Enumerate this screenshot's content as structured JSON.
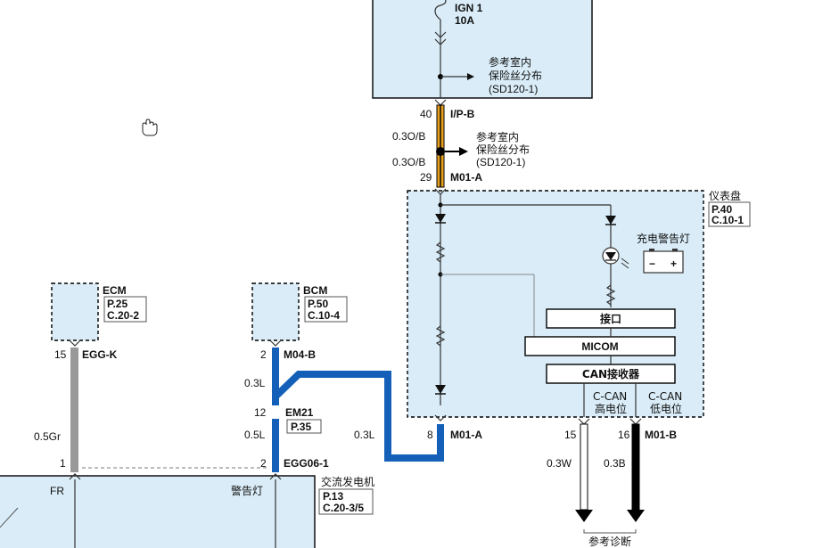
{
  "fuse": {
    "name": "IGN 1",
    "rating": "10A"
  },
  "fuse_ref": {
    "line1": "参考室内",
    "line2": "保险丝分布",
    "line3": "(SD120-1)"
  },
  "splice_ref": {
    "line1": "参考室内",
    "line2": "保险丝分布",
    "line3": "(SD120-1)"
  },
  "connectors": {
    "ipb": {
      "pin": "40",
      "name": "I/P-B"
    },
    "m01a_top": {
      "pin": "29",
      "name": "M01-A"
    },
    "m01a_bottom": {
      "pin": "8",
      "name": "M01-A"
    },
    "m01b": {
      "pin_high": "15",
      "pin_low": "16",
      "name": "M01-B"
    },
    "m04b": {
      "pin": "2",
      "name": "M04-B"
    },
    "em21": {
      "pin": "12",
      "name": "EM21",
      "ref": "P.35"
    },
    "egg_k": {
      "pin": "15",
      "name": "EGG-K"
    },
    "egg06": {
      "pin_fr": "1",
      "pin_lamp": "2",
      "name": "EGG06-1"
    }
  },
  "wires": {
    "orange_upper": "0.3O/B",
    "orange_lower": "0.3O/B",
    "bcm_wire": "0.3L",
    "em21_wire": "0.5L",
    "cluster_wire": "0.3L",
    "ecm_wire": "0.5Gr",
    "can_high": "0.3W",
    "can_low": "0.3B",
    "colors": {
      "orange": "#e8a020",
      "blue": "#1460b8",
      "gray": "#999999",
      "black": "#000000",
      "white": "#ffffff"
    }
  },
  "cluster": {
    "title": "仪表盘",
    "ref1": "P.40",
    "ref2": "C.10-1",
    "charge_lamp": "充电警告灯",
    "battery_minus": "−",
    "battery_plus": "+",
    "interface": "接口",
    "micom": "MICOM",
    "can_receiver": "CAN接收器",
    "can_high_l1": "C-CAN",
    "can_high_l2": "高电位",
    "can_low_l1": "C-CAN",
    "can_low_l2": "低电位"
  },
  "ecm": {
    "title": "ECM",
    "ref1": "P.25",
    "ref2": "C.20-2"
  },
  "bcm": {
    "title": "BCM",
    "ref1": "P.50",
    "ref2": "C.10-4"
  },
  "alternator": {
    "title": "交流发电机",
    "ref1": "P.13",
    "ref2": "C.20-3/5",
    "fr_label": "FR",
    "lamp_label": "警告灯"
  },
  "diagnosis": "参考诊断",
  "icons": [
    "hand-cursor-icon",
    "fuse-icon",
    "arrow-right-icon",
    "diode-icon",
    "resistor-icon",
    "led-icon",
    "battery-icon",
    "ground-arrow-icon"
  ]
}
